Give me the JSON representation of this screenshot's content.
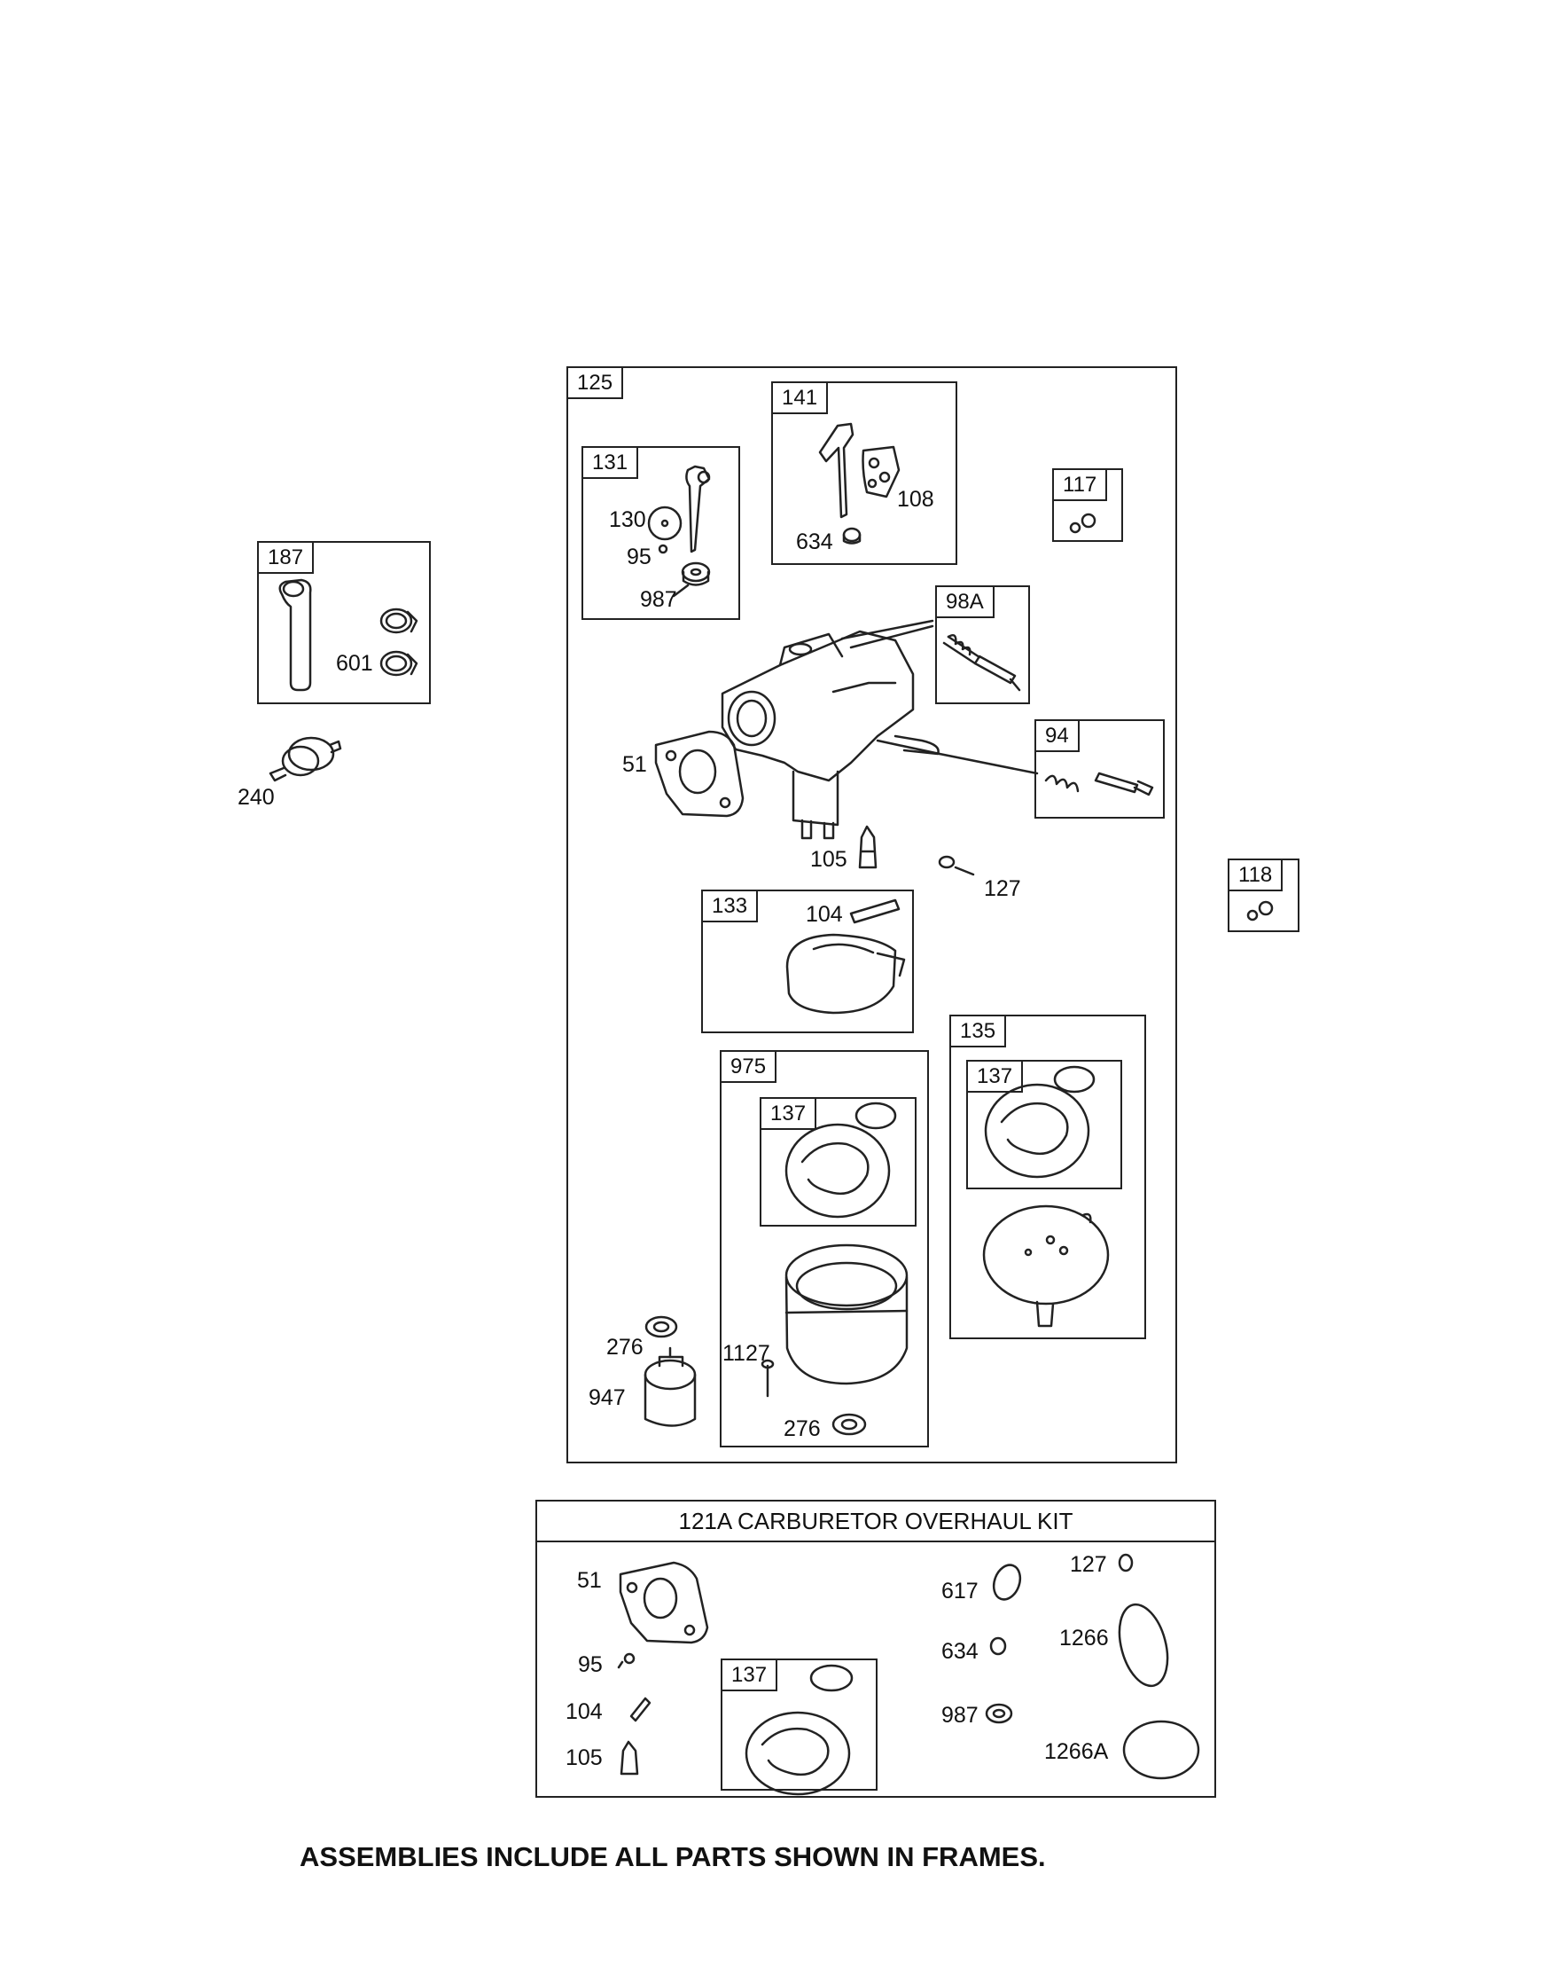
{
  "frames": {
    "f125": "125",
    "f131": "131",
    "f141": "141",
    "f117": "117",
    "f187": "187",
    "f98a": "98A",
    "f94": "94",
    "f118": "118",
    "f133": "133",
    "f135": "135",
    "f975": "975",
    "f137a": "137",
    "f137b": "137",
    "f137c": "137"
  },
  "labels": {
    "l130": "130",
    "l95": "95",
    "l987": "987",
    "l634": "634",
    "l108": "108",
    "l601": "601",
    "l240": "240",
    "l51": "51",
    "l105": "105",
    "l127": "127",
    "l104": "104",
    "l276a": "276",
    "l947": "947",
    "l1127": "1127",
    "l276b": "276"
  },
  "kit": {
    "title": "121A CARBURETOR OVERHAUL KIT",
    "labels": {
      "k51": "51",
      "k95": "95",
      "k104": "104",
      "k105": "105",
      "k617": "617",
      "k634": "634",
      "k987": "987",
      "k127": "127",
      "k1266": "1266",
      "k1266a": "1266A"
    }
  },
  "footer": "ASSEMBLIES INCLUDE ALL PARTS SHOWN IN FRAMES."
}
